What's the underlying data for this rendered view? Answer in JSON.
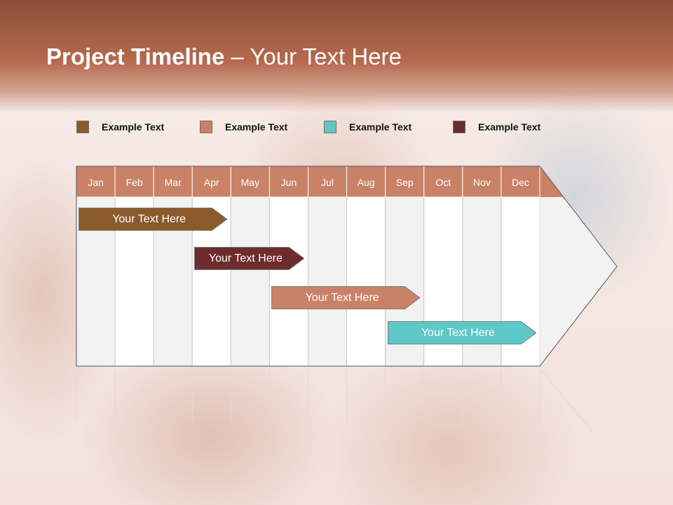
{
  "title": {
    "bold": "Project Timeline",
    "rest": " – Your Text Here"
  },
  "legend": [
    {
      "label": "Example Text",
      "color": "#8b5a2b"
    },
    {
      "label": "Example Text",
      "color": "#c98268"
    },
    {
      "label": "Example Text",
      "color": "#5ec8c8"
    },
    {
      "label": "Example Text",
      "color": "#6e2c2c"
    }
  ],
  "months": [
    "Jan",
    "Feb",
    "Mar",
    "Apr",
    "May",
    "Jun",
    "Jul",
    "Aug",
    "Sep",
    "Oct",
    "Nov",
    "Dec"
  ],
  "tasks": [
    {
      "label": "Your  Text Here",
      "start_month": "Jan",
      "end_month": "Apr",
      "color": "#8b5a2b"
    },
    {
      "label": "Your  Text Here",
      "start_month": "Apr",
      "end_month": "Jun",
      "color": "#6e2c2c"
    },
    {
      "label": "Your  Text Here",
      "start_month": "Jun",
      "end_month": "Sep",
      "color": "#c98268"
    },
    {
      "label": "Your  Text Here",
      "start_month": "Sep",
      "end_month": "Dec",
      "color": "#5ec8c8"
    }
  ],
  "colors": {
    "month_header": "#c98268",
    "header_bar": "#b6694f"
  }
}
